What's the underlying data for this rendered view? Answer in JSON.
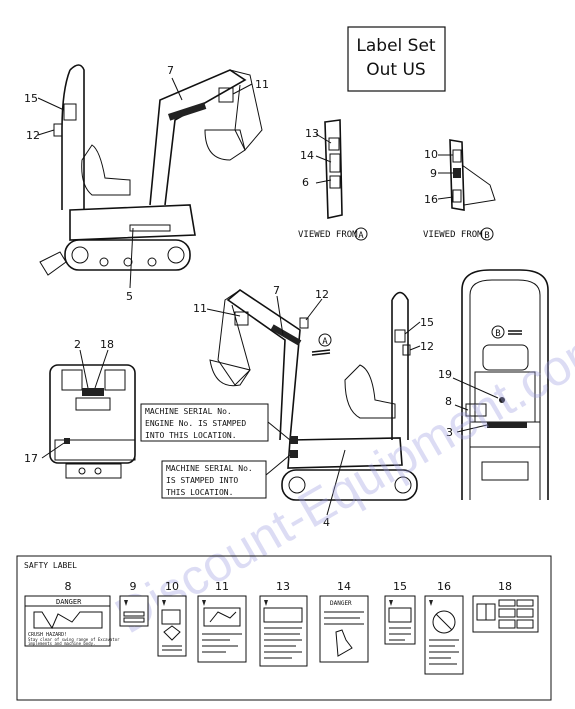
{
  "title": {
    "line1": "Label Set",
    "line2": "Out US"
  },
  "callouts": {
    "c2": "2",
    "c3": "3",
    "c4": "4",
    "c5": "5",
    "c6": "6",
    "c7": "7",
    "c8": "8",
    "c9": "9",
    "c10": "10",
    "c11": "11",
    "c12": "12",
    "c13": "13",
    "c14": "14",
    "c15": "15",
    "c16": "16",
    "c17": "17",
    "c18": "18",
    "c19": "19"
  },
  "views": {
    "viewed_from": "VIEWED FROM",
    "a": "A",
    "b": "B"
  },
  "notes": {
    "serial1": [
      "MACHINE SERIAL No.",
      "ENGINE No. IS STAMPED",
      "INTO THIS LOCATION."
    ],
    "serial2": [
      "MACHINE SERIAL No.",
      "IS STAMPED INTO",
      "THIS LOCATION."
    ]
  },
  "safety": {
    "heading": "SAFTY LABEL",
    "nums": [
      "8",
      "9",
      "10",
      "11",
      "13",
      "14",
      "15",
      "16",
      "18"
    ],
    "danger_word": "DANGER",
    "label8": [
      "CRUSH HAZARD!",
      "Stay clear of swing range of Excavator",
      "implements and machine body."
    ]
  },
  "watermark": "Discount-Equipment.com"
}
